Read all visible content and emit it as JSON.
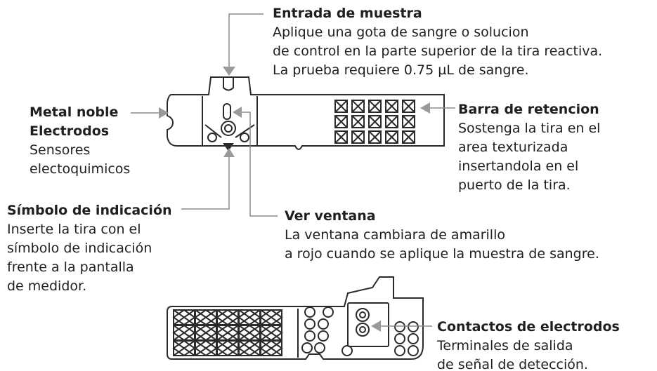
{
  "annotations": {
    "sample_entry": {
      "title": "Entrada de muestra",
      "lines": [
        "Aplique una gota de sangre o solucion",
        "de control en la parte superior de la tira reactiva.",
        "La prueba requiere 0.75 µL de sangre."
      ]
    },
    "noble_metal": {
      "title_lines": [
        "Metal noble",
        "Electrodos"
      ],
      "lines": [
        "Sensores",
        "electoquimicos"
      ]
    },
    "retention_bar": {
      "title": "Barra de retencion",
      "lines": [
        "Sostenga la tira en el",
        "area texturizada",
        "insertandola en el",
        "puerto de la tira."
      ]
    },
    "indication_symbol": {
      "title": "Símbolo de indicación",
      "lines": [
        "Inserte la tira con el",
        "símbolo de indicación",
        "frente a la pantalla",
        "de medidor."
      ]
    },
    "view_window": {
      "title": "Ver ventana",
      "lines": [
        "La ventana cambiara de amarillo",
        "a rojo cuando se aplique la muestra de sangre."
      ]
    },
    "electrode_contacts": {
      "title": "Contactos de electrodos",
      "lines": [
        "Terminales de salida",
        "de señal de detección."
      ]
    }
  },
  "colors": {
    "text": "#1f1f1f",
    "leader": "#7a7a7a",
    "arrow": "#9a9a9a",
    "outline": "#2a2a2a"
  }
}
